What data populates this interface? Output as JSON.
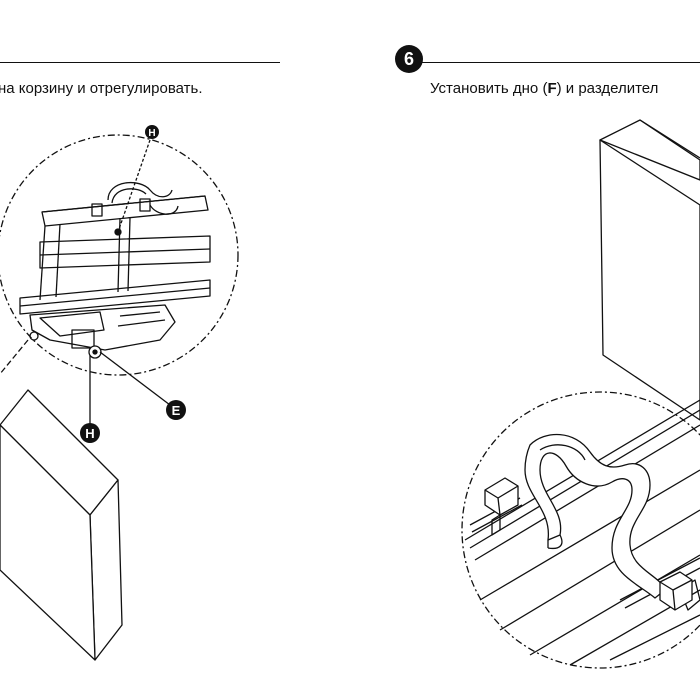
{
  "left": {
    "caption": "на корзину и отрегулировать.",
    "labels": {
      "h_top": "H",
      "h_bottom": "H",
      "e": "E"
    }
  },
  "right": {
    "step_number": "6",
    "caption_prefix": "Установить дно (",
    "caption_bold": "F",
    "caption_suffix": ") и разделител"
  }
}
